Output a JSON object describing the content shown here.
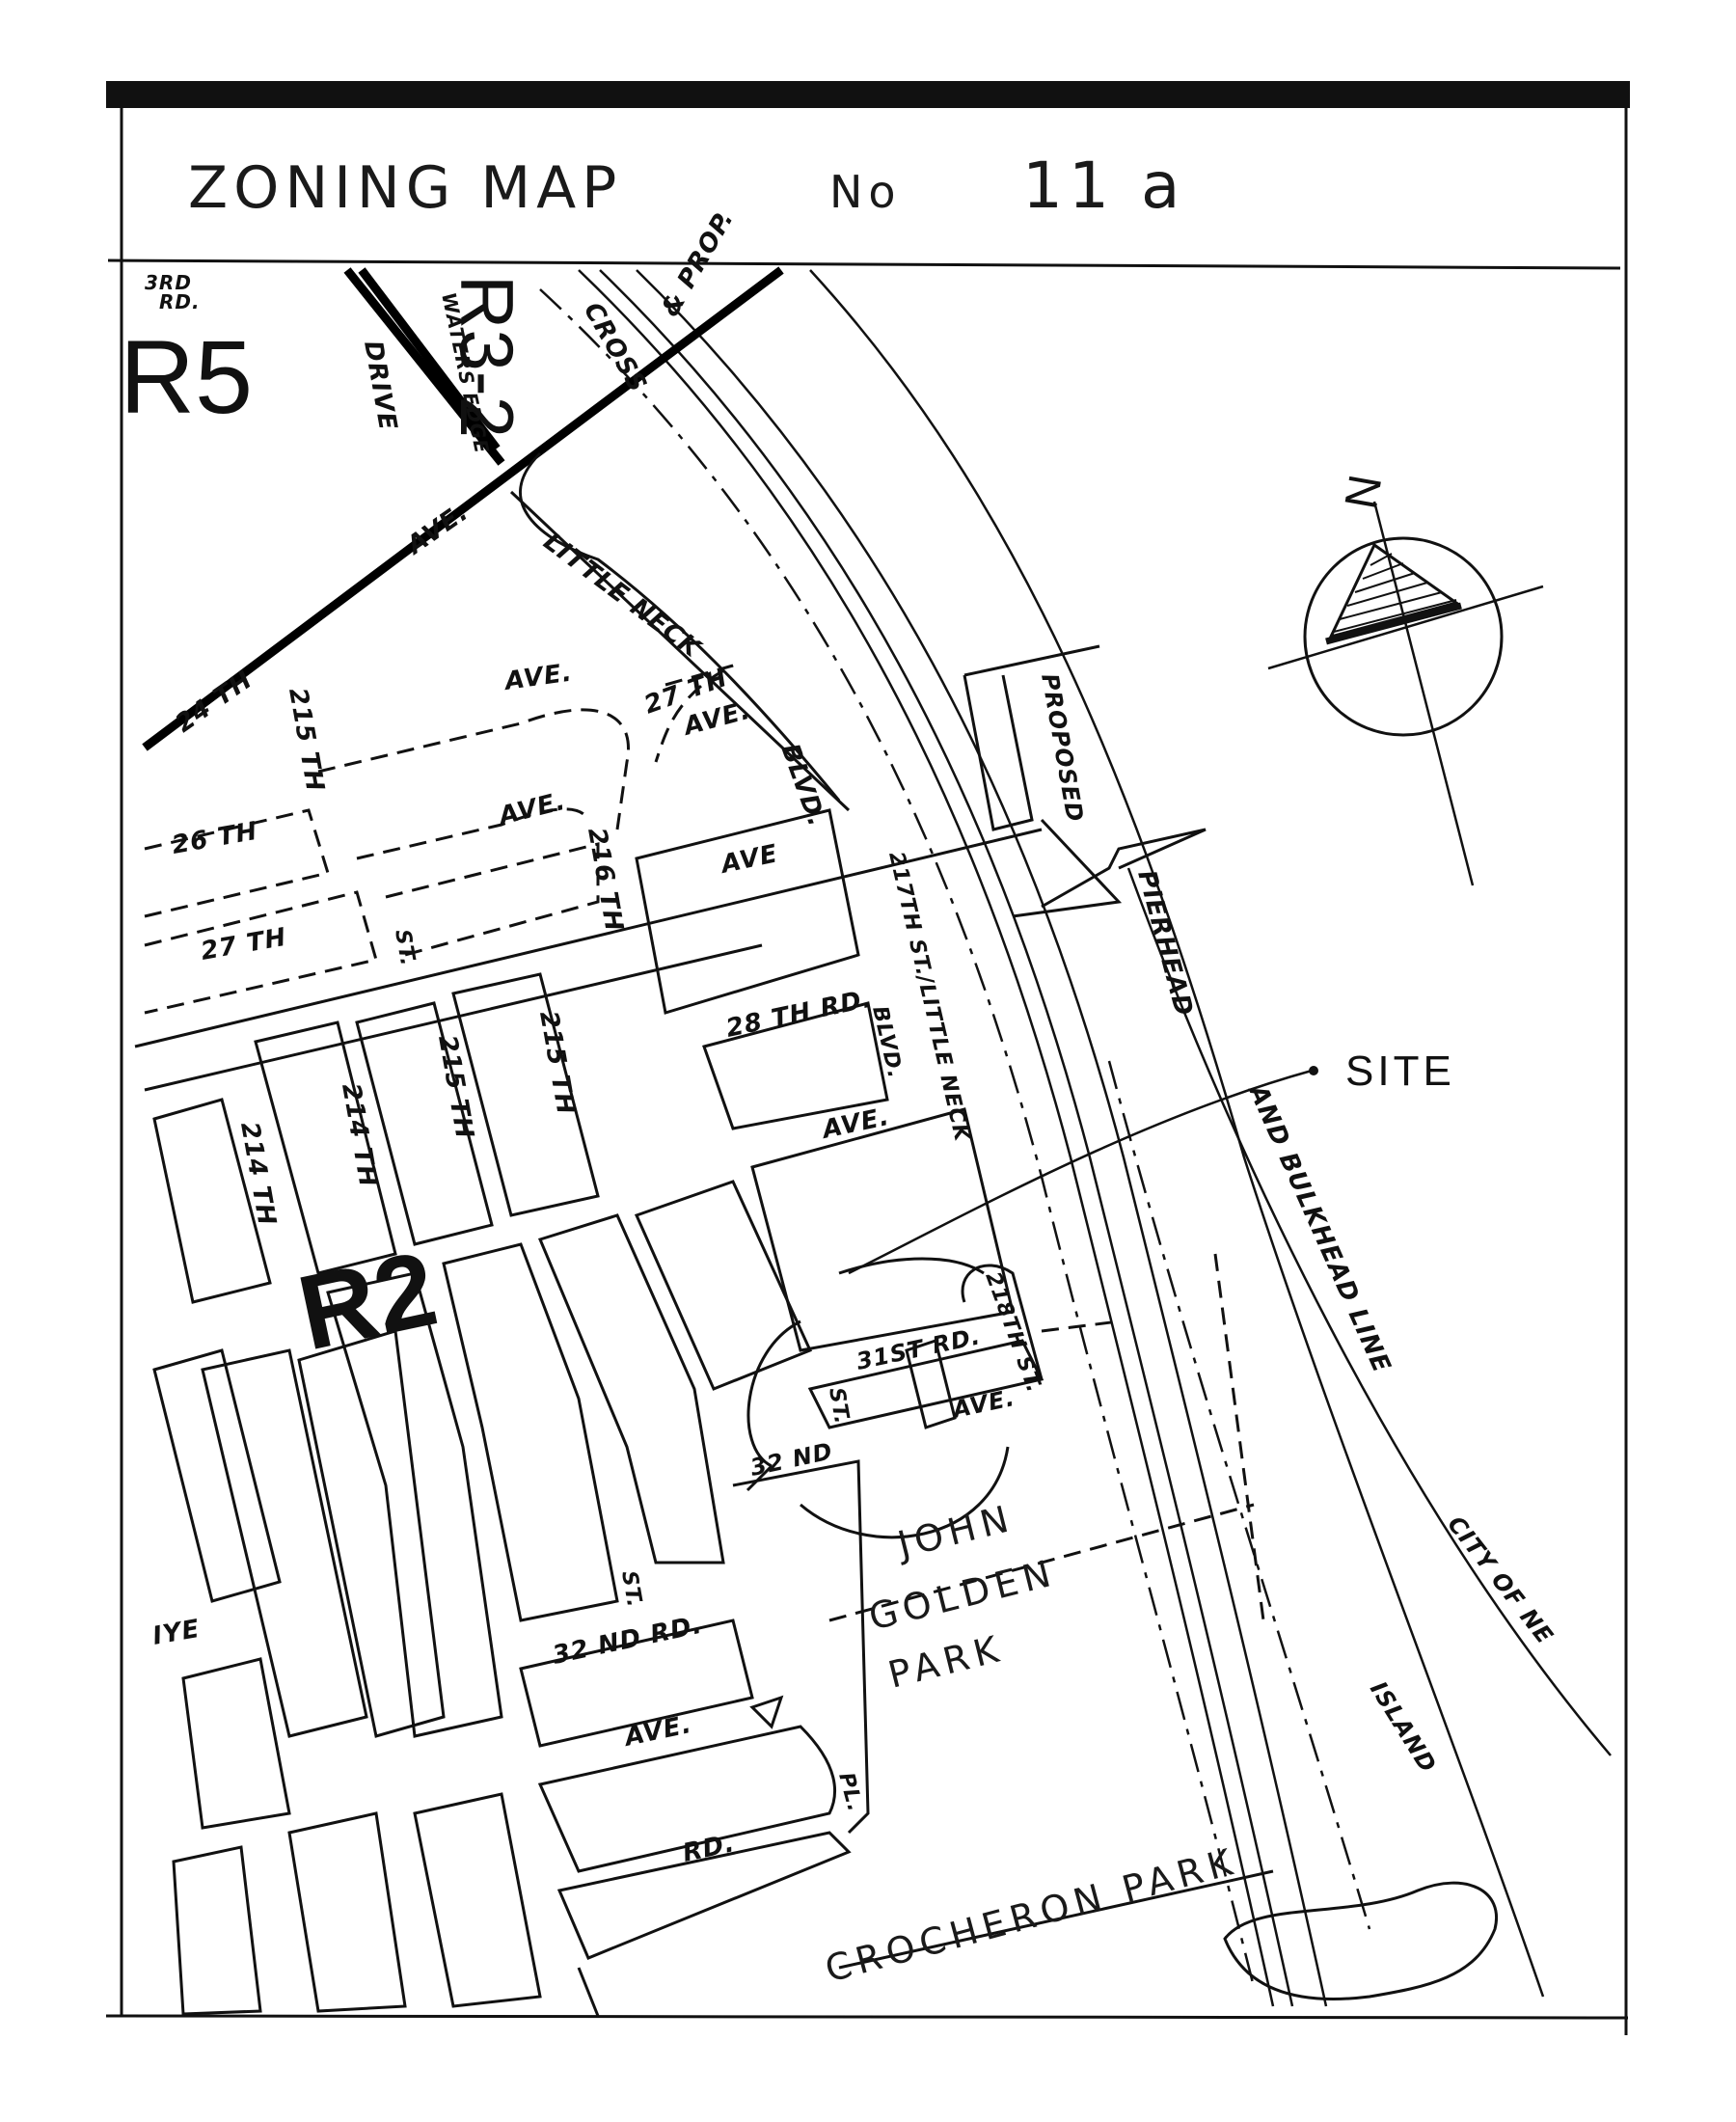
{
  "title": "ZONING MAP No 11 a",
  "title_parts": {
    "main": "ZONING MAP",
    "no": "No",
    "num": "11 a"
  },
  "zones": {
    "r5": "R5",
    "r3_2": "R3-2",
    "r2": "R2"
  },
  "site_label": "SITE",
  "compass": {
    "north": "N"
  },
  "parks": {
    "john": "JOHN",
    "golden": "GOLDEN",
    "park": "PARK",
    "crocheron": "CROCHERON PARK"
  },
  "streets": {
    "rd3": "3RD",
    "rd3b": "RD.",
    "drive": "DRIVE",
    "waters_edge": "WATERS EDGE",
    "cross": "CROSS",
    "prop": "& PROP.",
    "ave_24": "AVE.",
    "th_24": "24 TH",
    "little_neck": "LITTLE NECK",
    "blvd": "BLVD.",
    "st_215a": "215 TH",
    "ave_a": "AVE.",
    "th_27a": "27 TH",
    "ave_b": "AVE.",
    "th_26": "26 TH",
    "ave_c": "AVE.",
    "st_216": "216 TH",
    "ave_d": "AVE",
    "st_217": "217TH ST./LITTLE NECK",
    "blvd_b": "BLVD.",
    "th_27b": "27 TH",
    "st_a": "ST.",
    "rd_28": "28 TH   RD.",
    "ave_e": "AVE.",
    "st_215b": "215 TH",
    "st_215c": "215 TH",
    "st_214a": "214 TH",
    "st_214b": "214 TH",
    "rd_31": "31ST    RD.",
    "st_218": "218TH  ST.",
    "ave_f": "AVE.",
    "st_b": "ST.",
    "nd_32": "32 ND",
    "st_c": "ST.",
    "rd_32": "32 ND       RD.",
    "ave_g": "AVE.",
    "pl": "PL.",
    "rd_b": "RD.",
    "iye": "IYE",
    "proposed": "PROPOSED",
    "pierhead": "PIERHEAD",
    "bulkhead": "AND BULKHEAD LINE",
    "island": "ISLAND",
    "city_of": "CITY   OF   NE"
  }
}
